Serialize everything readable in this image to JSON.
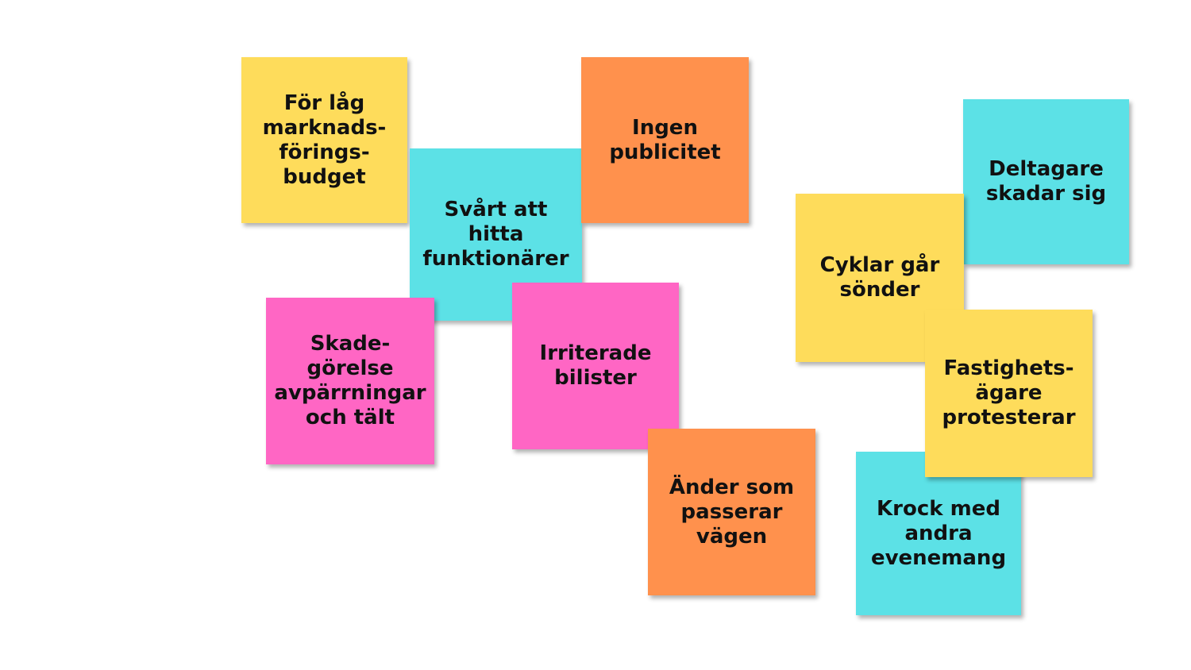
{
  "colors": {
    "yellow": "#fedc5b",
    "cyan": "#5ce1e6",
    "orange": "#ff914d",
    "pink": "#ff66c4"
  },
  "notes": [
    {
      "id": "for-lag-marknadsforingsbudget",
      "text": "För låg\nmarknads-\nförings-\nbudget",
      "color": "yellow"
    },
    {
      "id": "svart-att-hitta-funktionarer",
      "text": "Svårt att\nhitta\nfunktionärer",
      "color": "cyan"
    },
    {
      "id": "ingen-publicitet",
      "text": "Ingen\npublicitet",
      "color": "orange"
    },
    {
      "id": "skadegorelse-avparrningar",
      "text": "Skade-\ngörelse\navpärrningar\noch tält",
      "color": "pink"
    },
    {
      "id": "irriterade-bilister",
      "text": "Irriterade\nbilister",
      "color": "pink"
    },
    {
      "id": "ander-som-passerar-vagen",
      "text": "Änder som\npasserar\nvägen",
      "color": "orange"
    },
    {
      "id": "deltagare-skadar-sig",
      "text": "Deltagare\nskadar sig",
      "color": "cyan"
    },
    {
      "id": "cyklar-gar-sonder",
      "text": "Cyklar går\nsönder",
      "color": "yellow"
    },
    {
      "id": "krock-med-andra-evenemang",
      "text": "Krock med\nandra\nevenemang",
      "color": "cyan"
    },
    {
      "id": "fastighetsagare-protesterar",
      "text": "Fastighets-\nägare\nprotesterar",
      "color": "yellow"
    }
  ]
}
